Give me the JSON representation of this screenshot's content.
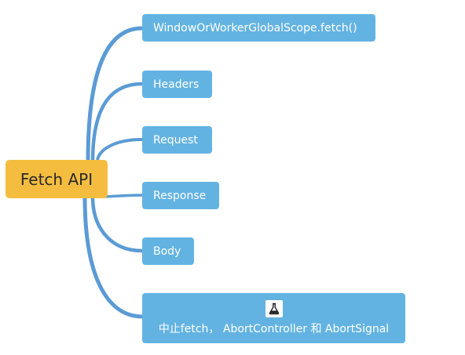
{
  "colors": {
    "root_fill": "#f5bd3f",
    "node_fill": "#63b3e2",
    "connector": "#5b9bd5",
    "node_text": "#ffffff"
  },
  "mindmap": {
    "root": {
      "label": "Fetch API"
    },
    "children": [
      {
        "label": "WindowOrWorkerGlobalScope.fetch()"
      },
      {
        "label": "Headers"
      },
      {
        "label": "Request"
      },
      {
        "label": "Response"
      },
      {
        "label": "Body"
      },
      {
        "label": "中止fetch， AbortController 和 AbortSignal",
        "icon": "flask-icon"
      }
    ]
  }
}
